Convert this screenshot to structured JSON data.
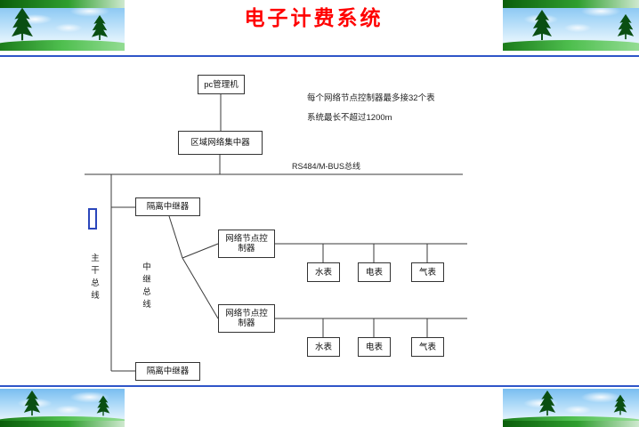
{
  "slide": {
    "title": "电子计费系统"
  },
  "diagram": {
    "pc_manager": "pc管理机",
    "area_concentrator": "区域网络集中器",
    "note1": "每个网络节点控制器最多接32个表",
    "note2": "系统最长不超过1200m",
    "bus_label": "RS484/M-BUS总线",
    "isolating_repeater_top": "隔离中继器",
    "isolating_repeater_bottom": "隔离中继器",
    "node_controller_1": "网络节点控制器",
    "node_controller_2": "网络节点控制器",
    "trunk_bus_label": "主干总线",
    "relay_bus_label": "中继总线",
    "meter_row_1": [
      "水表",
      "电表",
      "气表"
    ],
    "meter_row_2": [
      "水表",
      "电表",
      "气表"
    ]
  },
  "colors": {
    "title_red": "#ff0000",
    "divider_blue": "#2f55c8",
    "wire_gray": "#3a3a3a"
  }
}
